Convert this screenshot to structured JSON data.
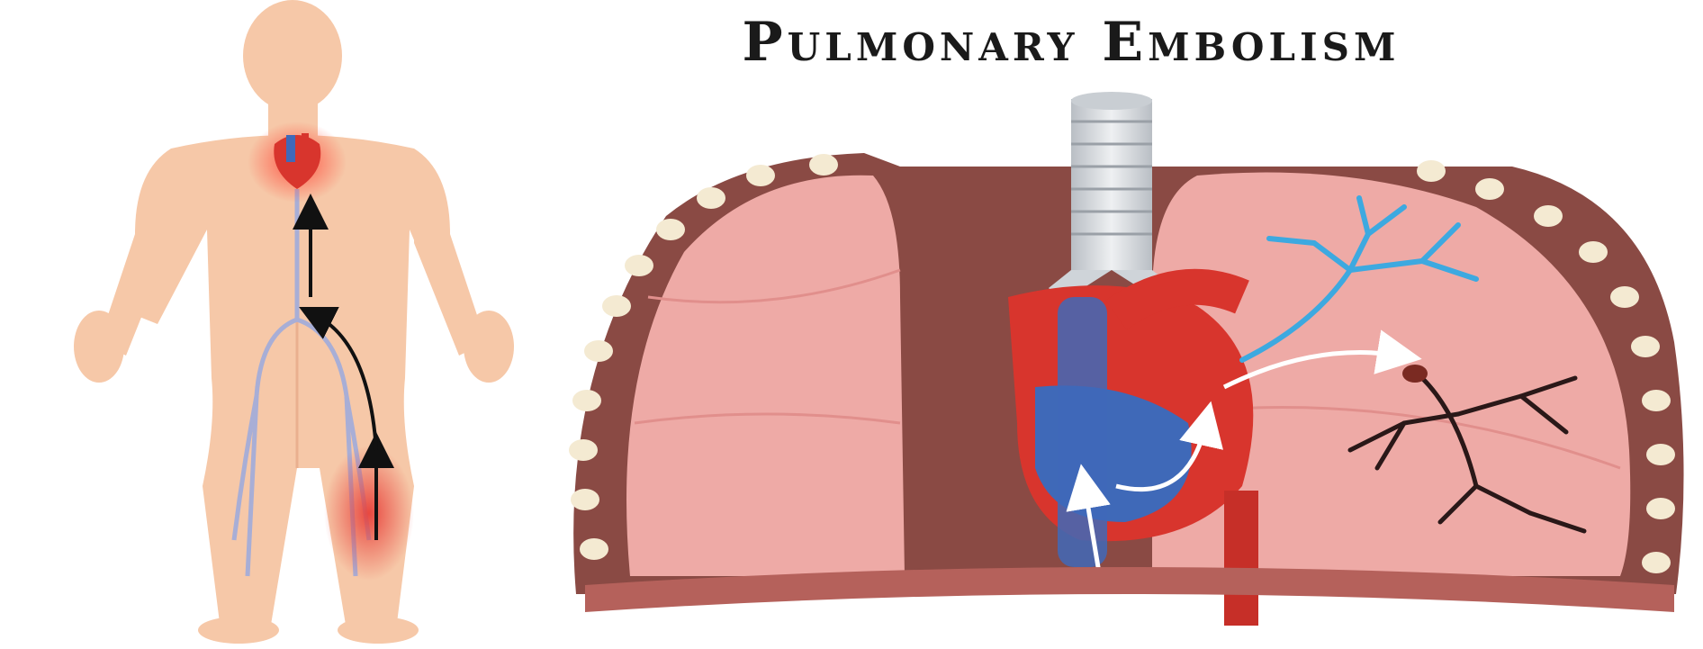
{
  "title": "Pulmonary Embolism",
  "colors": {
    "skin": "#f6c8a8",
    "skin_shade": "#eab08f",
    "vein": "#a8aed6",
    "clot_glow": "#e8413a",
    "lung": "#eeaaa6",
    "lung_shade": "#e18f8c",
    "ribcage": "#8a4a44",
    "rib": "#f4ead2",
    "trachea": "#d8dce0",
    "heart_red": "#d8352d",
    "heart_blue": "#3f69b8",
    "artery_blue": "#3da9e0",
    "blocked_vessel": "#2a1818",
    "diaphragm": "#b5615b"
  },
  "icons": [
    "human-body-illustration",
    "heart-icon",
    "clot-arrow-icon",
    "lungs-illustration",
    "embolus-icon"
  ]
}
